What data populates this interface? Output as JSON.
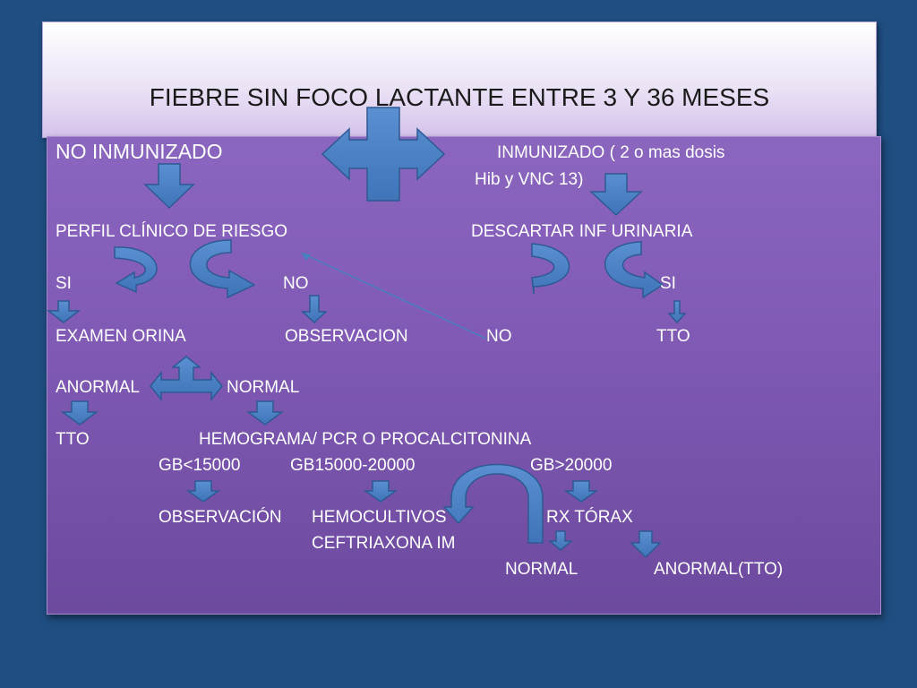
{
  "title": "FIEBRE SIN FOCO LACTANTE ENTRE 3 Y 36 MESES",
  "nodes": {
    "no_inmunizado": "NO INMUNIZADO",
    "inmunizado_1": "INMUNIZADO ( 2 o mas dosis",
    "inmunizado_2": "Hib y VNC 13)",
    "perfil": "PERFIL CLÍNICO DE RIESGO",
    "descartar": "DESCARTAR INF URINARIA",
    "si_left": "SI",
    "no_left": "NO",
    "si_right": "SI",
    "examen": "EXAMEN ORINA",
    "observacion": "OBSERVACION",
    "no_right": "NO",
    "tto_right": "TTO",
    "anormal": "ANORMAL",
    "normal": "NORMAL",
    "tto_left": "TTO",
    "hemograma": "HEMOGRAMA/ PCR O PROCALCITONINA",
    "gb_low": "GB<15000",
    "gb_mid": "GB15000-20000",
    "gb_high": "GB>20000",
    "observacion2": "OBSERVACIÓN",
    "hemocultivos": "HEMOCULTIVOS",
    "rx": "RX TÓRAX",
    "ceftriaxona": "CEFTRIAXONA IM",
    "rx_normal": "NORMAL",
    "rx_anormal": "ANORMAL(TTO)"
  },
  "colors": {
    "background": "#1f4e82",
    "content_panel": "#7f59b3",
    "arrow_fill": "#4a7fc1",
    "arrow_stroke": "#2d5a92",
    "text": "#ffffff"
  }
}
